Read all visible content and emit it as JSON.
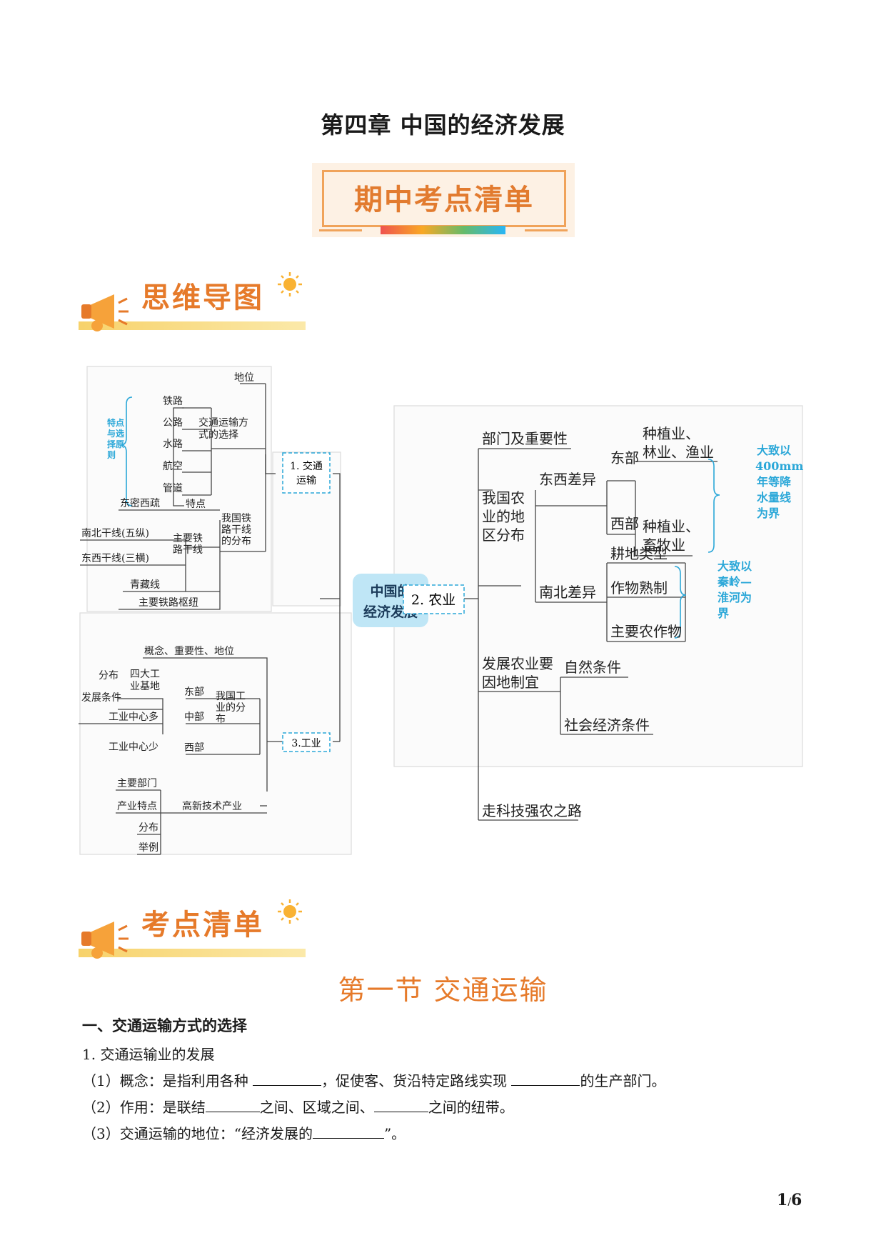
{
  "chapter_title": "第四章  中国的经济发展",
  "banner": {
    "text": "期中考点清单"
  },
  "section_heads": {
    "mindmap": "思维导图",
    "checklist": "考点清单"
  },
  "mindmap": {
    "center": [
      "中国的",
      "经济发展"
    ],
    "transport": {
      "branch": [
        "1. 交通",
        "运输"
      ],
      "status": "地位",
      "modes": [
        "铁路",
        "公路",
        "水路",
        "航空",
        "管道"
      ],
      "principle": [
        "特点",
        "与选",
        "择原",
        "则"
      ],
      "choice": [
        "交通运输方",
        "式的选择"
      ],
      "rail_distribution": [
        "我国铁",
        "路干线",
        "的分布"
      ],
      "feature_label": "特点",
      "feature_value": "东密西疏",
      "main_lines_label": [
        "主要铁",
        "路干线"
      ],
      "ns_lines": "南北干线(五纵)",
      "ew_lines": "东西干线(三横)",
      "qingzang": "青藏线",
      "hubs": "主要铁路枢纽"
    },
    "industry": {
      "branch": "3.工业",
      "concept": "概念、重要性、地位",
      "distribution_of": [
        "我国工",
        "业的分",
        "布"
      ],
      "east": "东部",
      "middle": "中部",
      "west": "西部",
      "four_bases": [
        "四大工",
        "业基地"
      ],
      "fenbu": "分布",
      "conditions": "发展条件",
      "centers_many": "工业中心多",
      "centers_few": "工业中心少",
      "hightech": "高新技术产业",
      "hightech_items": [
        "主要部门",
        "产业特点",
        "分布",
        "举例"
      ]
    },
    "agriculture": {
      "branch": "2. 农业",
      "sectors": "部门及重要性",
      "distribution": [
        "我国农",
        "业的地",
        "区分布"
      ],
      "ew_diff": "东西差异",
      "east": "东部",
      "east_items": [
        "种植业、",
        "林业、渔业"
      ],
      "west": "西部",
      "west_items": [
        "种植业、",
        "畜牧业"
      ],
      "ew_note": [
        "大致以",
        "400mm",
        "年等降",
        "水量线",
        "为界"
      ],
      "ns_diff": "南北差异",
      "ns_items": [
        "耕地类型",
        "作物熟制",
        "主要农作物"
      ],
      "ns_note": [
        "大致以",
        "秦岭—",
        "淮河为",
        "界"
      ],
      "local": [
        "发展农业要",
        "因地制宜"
      ],
      "natural": "自然条件",
      "socio": "社会经济条件",
      "tech": "走科技强农之路"
    }
  },
  "section_title": "第一节  交通运输",
  "content": {
    "heading": "一、交通运输方式的选择",
    "item1": "1. 交通运输业的发展",
    "l1a": "（1）概念：是指利用各种 ",
    "l1b": "，促使客、货沿特定路线实现 ",
    "l1c": "的生产部门。",
    "l2a": "（2）作用：是联结",
    "l2b": "之间、区域之间、",
    "l2c": "之间的纽带。",
    "l3a": "（3）交通运输的地位：“经济发展的",
    "l3b": "”。"
  },
  "page": {
    "current": "1",
    "sep": "/",
    "total": "6"
  }
}
